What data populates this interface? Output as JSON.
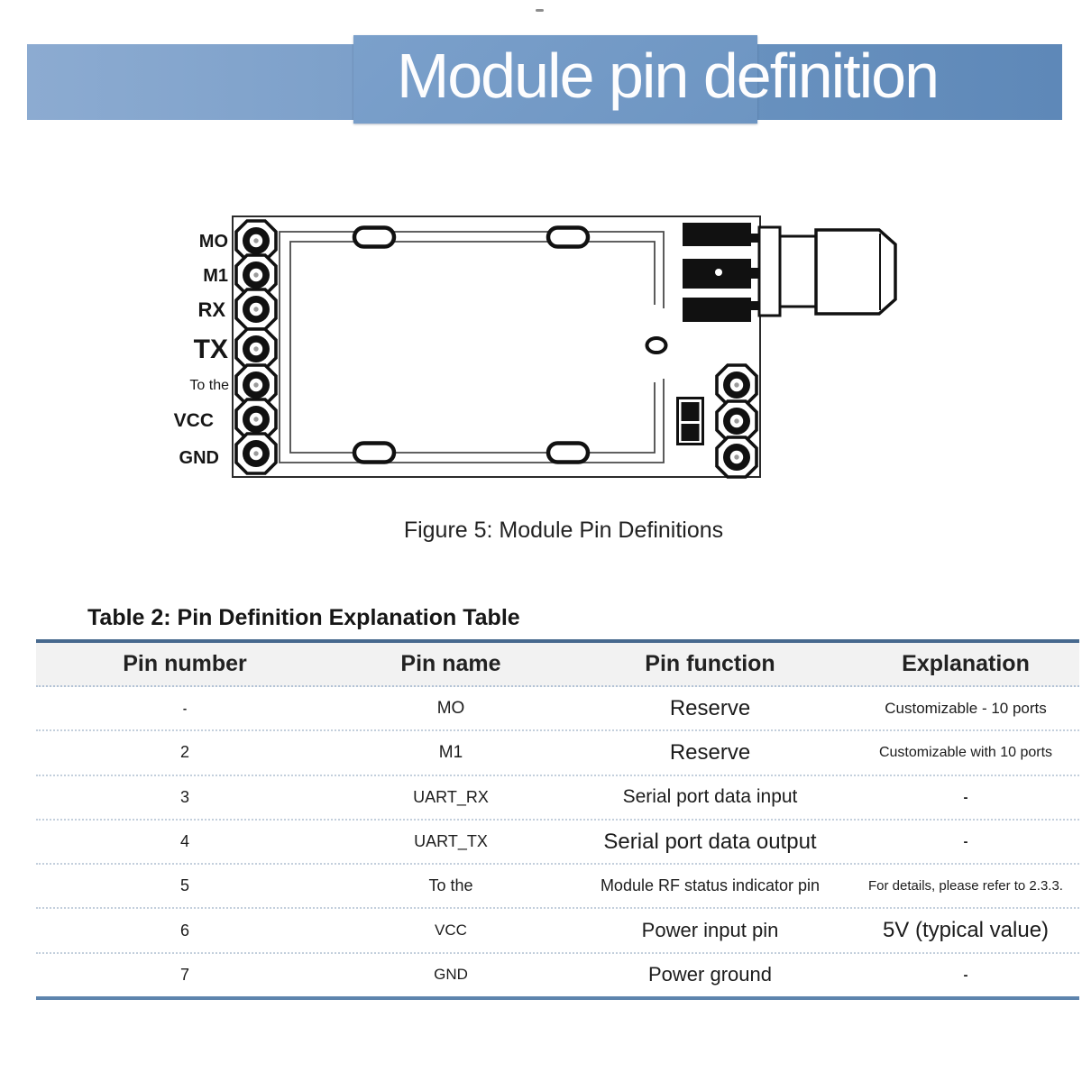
{
  "header": {
    "title": "Module pin definition"
  },
  "figure": {
    "caption": "Figure 5: Module Pin Definitions",
    "pin_labels": [
      "MO",
      "M1",
      "RX",
      "TX",
      "To the",
      "VCC",
      "GND"
    ]
  },
  "table": {
    "title": "Table 2: Pin Definition Explanation Table",
    "columns": [
      "Pin number",
      "Pin name",
      "Pin function",
      "Explanation"
    ],
    "rows": [
      {
        "pin_number": "-",
        "pin_name": "MO",
        "pin_function": "Reserve",
        "explanation": "Customizable - 10 ports"
      },
      {
        "pin_number": "2",
        "pin_name": "M1",
        "pin_function": "Reserve",
        "explanation": "Customizable with 10 ports"
      },
      {
        "pin_number": "3",
        "pin_name": "UART_RX",
        "pin_function": "Serial port data input",
        "explanation": "-"
      },
      {
        "pin_number": "4",
        "pin_name": "UART_TX",
        "pin_function": "Serial port data output",
        "explanation": "-"
      },
      {
        "pin_number": "5",
        "pin_name": "To the",
        "pin_function": "Module RF status indicator pin",
        "explanation": "For details, please refer to 2.3.3."
      },
      {
        "pin_number": "6",
        "pin_name": "VCC",
        "pin_function": "Power input pin",
        "explanation": "5V (typical value)"
      },
      {
        "pin_number": "7",
        "pin_name": "GND",
        "pin_function": "Power ground",
        "explanation": "-"
      }
    ]
  },
  "colors": {
    "banner_left": "#8cabd1",
    "banner_right": "#5e88b8",
    "banner_mid": "#6d95c2",
    "table_top_border": "#47698e",
    "table_bottom_border": "#5d84ad",
    "row_separator": "#c3cfdc",
    "header_bg": "#f2f2f2",
    "diagram_ink": "#111111",
    "text": "#1c1c1c"
  }
}
